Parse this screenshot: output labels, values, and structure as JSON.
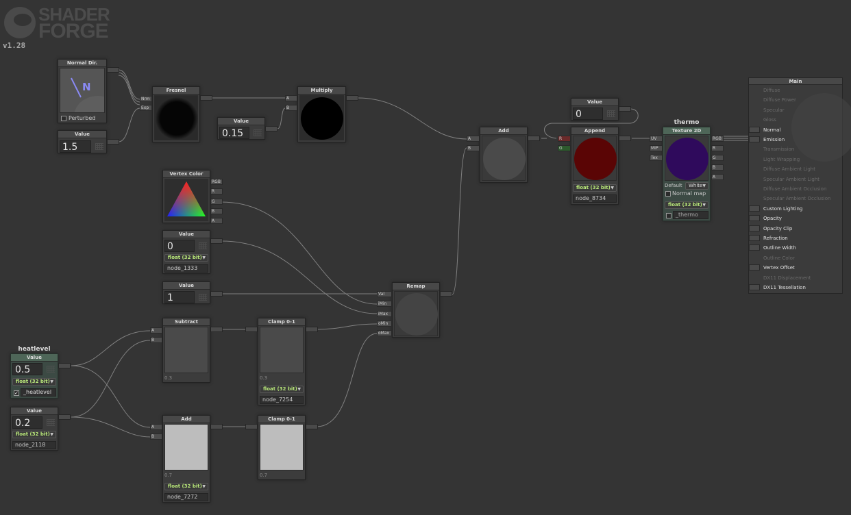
{
  "app": {
    "logo_line1": "SHADER",
    "logo_line2": "FORGE",
    "version": "v1.28"
  },
  "normal_dir": {
    "title": "Normal Dir.",
    "glyph": "N",
    "checkbox_label": "Perturbed",
    "checked": false
  },
  "value_15": {
    "title": "Value",
    "value": "1.5"
  },
  "fresnel": {
    "title": "Fresnel",
    "inputs": [
      "Nrm",
      "Exp"
    ]
  },
  "value_015": {
    "title": "Value",
    "value": "0.15"
  },
  "multiply": {
    "title": "Multiply",
    "inputs": [
      "A",
      "B"
    ]
  },
  "add_top": {
    "title": "Add",
    "inputs": [
      "A",
      "B"
    ]
  },
  "value_0_top": {
    "title": "Value",
    "value": "0"
  },
  "append": {
    "title": "Append",
    "inputs": [
      "R",
      "G"
    ],
    "precision": "float (32 bit)",
    "node_name": "node_8734"
  },
  "thermo": {
    "name": "thermo",
    "title": "Texture 2D",
    "inputs": [
      "UV",
      "MIP",
      "Tex"
    ],
    "outputs": [
      "RGB",
      "R",
      "G",
      "B",
      "A"
    ],
    "default_label": "Default",
    "default_value": "White",
    "normal_map_label": "Normal map",
    "precision": "float (32 bit)",
    "property": "_thermo",
    "preview_color": "#2f0a5c"
  },
  "vertex_color": {
    "title": "Vertex Color",
    "outputs": [
      "RGB",
      "R",
      "G",
      "B",
      "A"
    ]
  },
  "value_0": {
    "title": "Value",
    "value": "0",
    "precision": "float (32 bit)",
    "node_name": "node_1333"
  },
  "value_1": {
    "title": "Value",
    "value": "1"
  },
  "remap": {
    "title": "Remap",
    "inputs": [
      "Val",
      "iMin",
      "iMax",
      "oMin",
      "oMax"
    ]
  },
  "subtract": {
    "title": "Subtract",
    "inputs": [
      "A",
      "B"
    ],
    "result": "0.3"
  },
  "clamp_top": {
    "title": "Clamp 0-1",
    "result": "0.3",
    "precision": "float (32 bit)",
    "node_name": "node_7254"
  },
  "heatlevel": {
    "name": "heatlevel",
    "title": "Value",
    "value": "0.5",
    "precision": "float (32 bit)",
    "property": "_heatlevel",
    "checked": true
  },
  "value_02": {
    "title": "Value",
    "value": "0.2",
    "precision": "float (32 bit)",
    "node_name": "node_2118"
  },
  "add_bottom": {
    "title": "Add",
    "inputs": [
      "A",
      "B"
    ],
    "result": "0.7",
    "precision": "float (32 bit)",
    "node_name": "node_7272"
  },
  "clamp_bottom": {
    "title": "Clamp 0-1",
    "result": "0.7"
  },
  "main": {
    "title": "Main",
    "rows": [
      {
        "label": "Diffuse",
        "enabled": false
      },
      {
        "label": "Diffuse Power",
        "enabled": false
      },
      {
        "label": "Specular",
        "enabled": false
      },
      {
        "label": "Gloss",
        "enabled": false
      },
      {
        "label": "Normal",
        "enabled": true
      },
      {
        "label": "Emission",
        "enabled": true
      },
      {
        "label": "Transmission",
        "enabled": false
      },
      {
        "label": "Light Wrapping",
        "enabled": false
      },
      {
        "label": "Diffuse Ambient Light",
        "enabled": false
      },
      {
        "label": "Specular Ambient Light",
        "enabled": false
      },
      {
        "label": "Diffuse Ambient Occlusion",
        "enabled": false
      },
      {
        "label": "Specular Ambient Occlusion",
        "enabled": false
      },
      {
        "label": "Custom Lighting",
        "enabled": true
      },
      {
        "label": "Opacity",
        "enabled": true
      },
      {
        "label": "Opacity Clip",
        "enabled": true
      },
      {
        "label": "Refraction",
        "enabled": true
      },
      {
        "label": "Outline Width",
        "enabled": true
      },
      {
        "label": "Outline Color",
        "enabled": false
      },
      {
        "label": "Vertex Offset",
        "enabled": true
      },
      {
        "label": "DX11 Displacement",
        "enabled": false
      },
      {
        "label": "DX11 Tessellation",
        "enabled": true
      }
    ]
  },
  "colors": {
    "background": "#343434",
    "accent_green": "#b9e87a",
    "append_preview": "#5a0505"
  }
}
